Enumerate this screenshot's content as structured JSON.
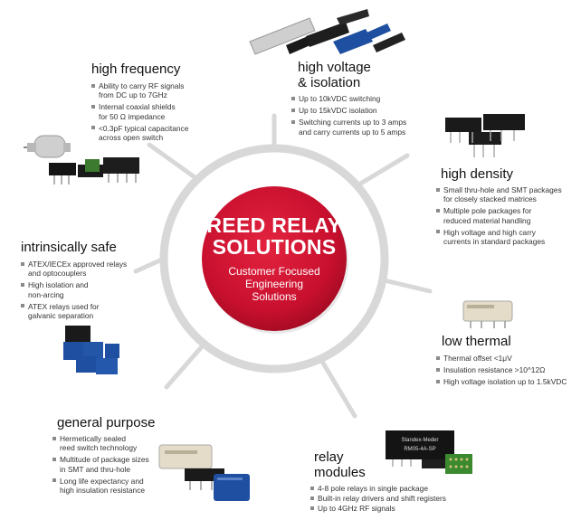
{
  "center": {
    "title_line1": "REED RELAY",
    "title_line2": "SOLUTIONS",
    "sub_line1": "Customer Focused",
    "sub_line2": "Engineering",
    "sub_line3": "Solutions"
  },
  "segments": {
    "high_frequency": {
      "title": "high frequency",
      "bullets": [
        "Ability to carry RF signals\nfrom DC up to 7GHz",
        "Internal coaxial shields\nfor 50 Ω impedance",
        "<0.3pF typical capacitance\nacross open switch"
      ]
    },
    "high_voltage": {
      "title_line1": "high voltage",
      "title_line2": "& isolation",
      "bullets": [
        "Up to 10kVDC switching",
        "Up to 15kVDC isolation",
        "Switching currents up to 3 amps\nand carry currents up to 5 amps"
      ]
    },
    "high_density": {
      "title": "high density",
      "bullets": [
        "Small thru-hole and SMT packages\nfor closely stacked matrices",
        "Multiple pole packages for\nreduced material handling",
        "High voltage and high carry\ncurrents in standard packages"
      ]
    },
    "intrinsically_safe": {
      "title": "intrinsically safe",
      "bullets": [
        "ATEX/IECEx approved relays\nand optocouplers",
        "High isolation and\nnon-arcing",
        "ATEX relays used for\ngalvanic separation"
      ]
    },
    "low_thermal": {
      "title": "low thermal",
      "bullets": [
        "Thermal offset <1μV",
        "Insulation resistance >10^12Ω",
        "High voltage isolation up to 1.5kVDC"
      ]
    },
    "general_purpose": {
      "title": "general purpose",
      "bullets": [
        "Hermetically sealed\nreed switch technology",
        "Multitude of package sizes\nin SMT and thru-hole",
        "Long life expectancy and\nhigh insulation resistance"
      ]
    },
    "relay_modules": {
      "title_line1": "relay",
      "title_line2": "modules",
      "bullets": [
        "4-8 pole relays in single package",
        "Built-in relay drivers and shift registers",
        "Up to 4GHz RF signals"
      ]
    }
  },
  "product_labels": {
    "relay_module_brand": "Standex-Meder",
    "relay_module_part": "RM05-4A-SP"
  },
  "colors": {
    "center_red": "#c8102e",
    "ring_gray": "#d8d8d8",
    "relay_blue": "#1e4fa0"
  }
}
